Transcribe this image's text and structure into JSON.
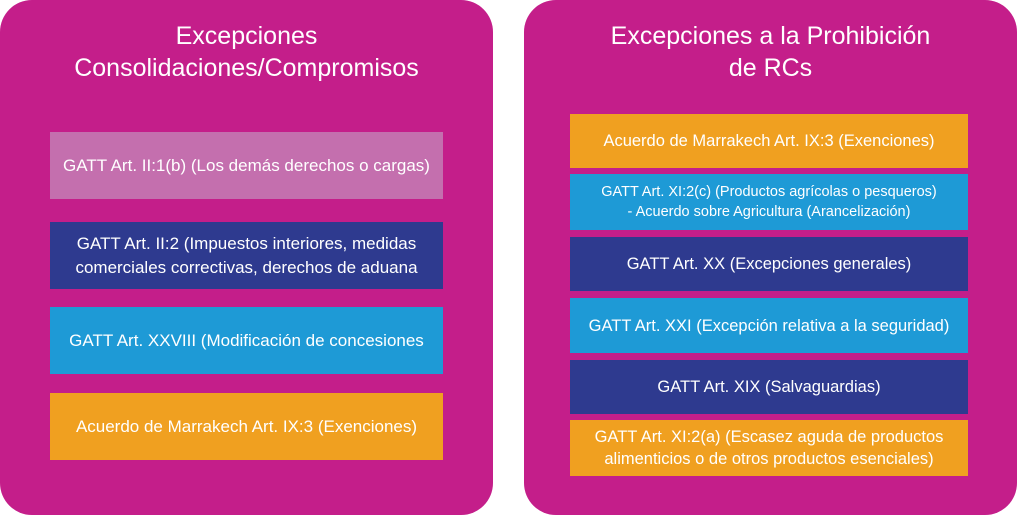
{
  "colors": {
    "panel": "#c41e8a",
    "light_pink": "#c46fae",
    "dark_blue": "#2e3a8f",
    "light_blue": "#1e9ad6",
    "orange": "#f0a020"
  },
  "left": {
    "title": "Excepciones\nConsolidaciones/Compromisos",
    "boxes": [
      {
        "label": "GATT Art. II:1(b) (Los demás derechos o cargas)"
      },
      {
        "label": "GATT Art. II:2 (Impuestos interiores, medidas\ncomerciales correctivas, derechos de aduana"
      },
      {
        "label": "GATT Art. XXVIII (Modificación de concesiones"
      },
      {
        "label": "Acuerdo de Marrakech Art. IX:3 (Exenciones)"
      }
    ]
  },
  "right": {
    "title": "Excepciones a la Prohibición\nde RCs",
    "boxes": [
      {
        "label": "Acuerdo de Marrakech Art. IX:3 (Exenciones)"
      },
      {
        "label": "GATT Art. XI:2(c) (Productos agrícolas o pesqueros)\n- Acuerdo sobre Agricultura (Arancelización)"
      },
      {
        "label": "GATT Art. XX (Excepciones generales)"
      },
      {
        "label": "GATT Art. XXI (Excepción relativa a la seguridad)"
      },
      {
        "label": "GATT Art. XIX (Salvaguardias)"
      },
      {
        "label": "GATT Art. XI:2(a) (Escasez aguda de productos\nalimenticios o de otros productos esenciales)"
      }
    ]
  }
}
